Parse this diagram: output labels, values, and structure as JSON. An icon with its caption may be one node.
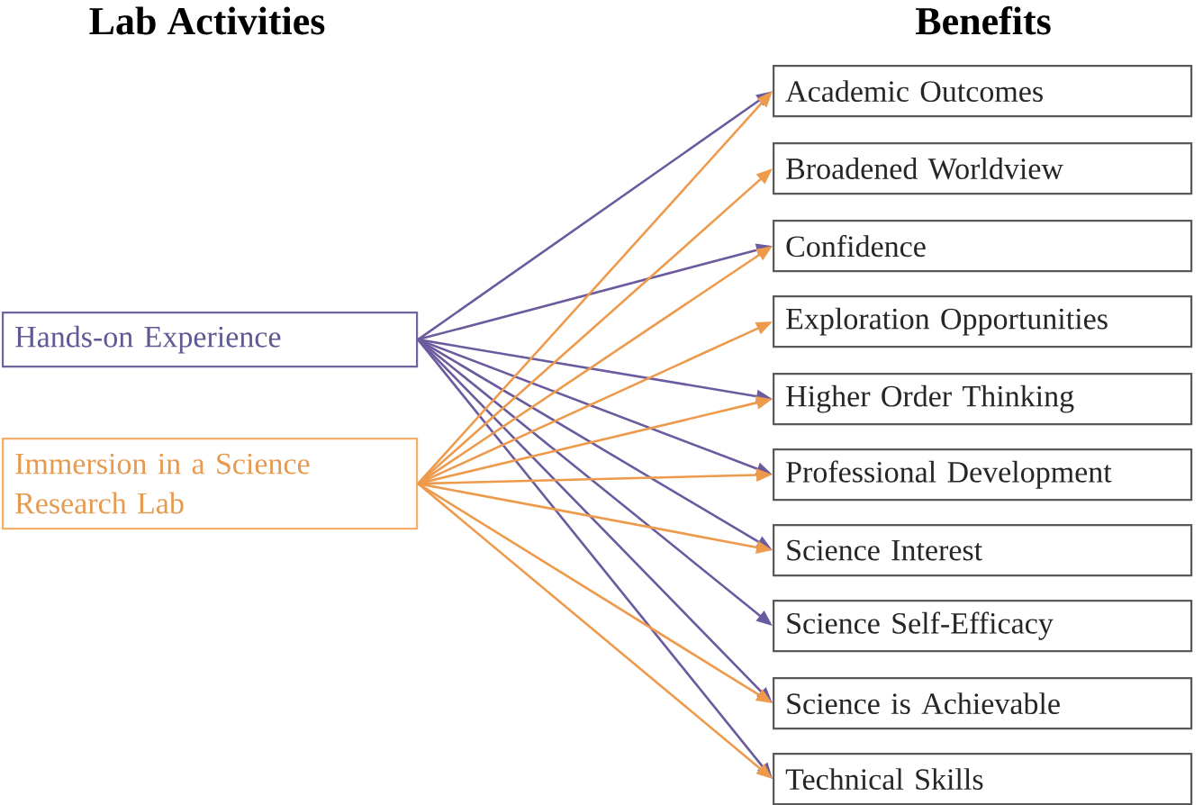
{
  "diagram": {
    "nodes": [
      {
        "text": [
          "Hands-on Experience"
        ]
      },
      {
        "text": [
          "Immersion in a Science Research Lab"
        ]
      },
      {
        "text": [
          "Academic Outcomes"
        ]
      },
      {
        "text": [
          "Broadened Worldview"
        ]
      },
      {
        "text": [
          "Confidence"
        ]
      },
      {
        "text": [
          "Exploration Opportunities"
        ]
      },
      {
        "text": [
          "Higher Order Thinking"
        ]
      },
      {
        "text": [
          "Professional Development"
        ]
      },
      {
        "text": [
          "Science Interest"
        ]
      },
      {
        "text": [
          "Science Self-Efficacy"
        ]
      },
      {
        "text": [
          "Science is Achievable"
        ]
      },
      {
        "text": [
          "Technical Skills"
        ]
      }
    ],
    "edges": [
      {
        "from": 0,
        "to": 2,
        "arrow": "to",
        "color": "#6b5b9e"
      },
      {
        "from": 0,
        "to": 4,
        "arrow": "to",
        "color": "#6b5b9e"
      },
      {
        "from": 0,
        "to": 6,
        "arrow": "to",
        "color": "#6b5b9e"
      },
      {
        "from": 0,
        "to": 7,
        "arrow": "to",
        "color": "#6b5b9e"
      },
      {
        "from": 0,
        "to": 8,
        "arrow": "to",
        "color": "#6b5b9e"
      },
      {
        "from": 0,
        "to": 9,
        "arrow": "to",
        "color": "#6b5b9e"
      },
      {
        "from": 0,
        "to": 10,
        "arrow": "to",
        "color": "#6b5b9e"
      },
      {
        "from": 0,
        "to": 11,
        "arrow": "to",
        "color": "#6b5b9e"
      },
      {
        "from": 1,
        "to": 2,
        "arrow": "to"
      },
      {
        "from": 1,
        "to": 3,
        "arrow": "to"
      },
      {
        "from": 1,
        "to": 4,
        "arrow": "to"
      },
      {
        "from": 1,
        "to": 5,
        "arrow": "to"
      },
      {
        "from": 1,
        "to": 6,
        "arrow": "to"
      },
      {
        "from": 1,
        "to": 7,
        "arrow": "to"
      },
      {
        "from": 1,
        "to": 8,
        "arrow": "to"
      },
      {
        "from": 1,
        "to": 10,
        "arrow": "to"
      },
      {
        "from": 1,
        "to": 11,
        "arrow": "to"
      }
    ],
    "labels": [
      "Lab Activities",
      "Benefits"
    ]
  }
}
